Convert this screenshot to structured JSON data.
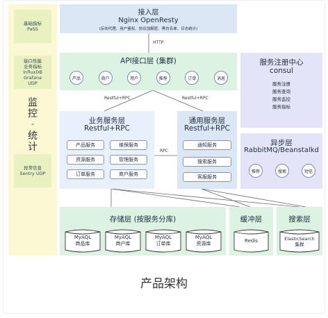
{
  "monitor": {
    "basic_metrics": [
      "基础指标",
      "PaSS"
    ],
    "perf_metrics": [
      "接口性能",
      "业务指标",
      "InfluxDB",
      "Grafana",
      "UDP"
    ],
    "title_chars": [
      "监",
      "控",
      "-",
      "统",
      "计"
    ],
    "exception": [
      "异常信息",
      "Sentry UDP"
    ]
  },
  "access_layer": {
    "title": "接入层",
    "subtitle": "Nginx OpenResty",
    "desc": "(反向代理、用户鉴权、协议加解密、黑白名单、日志统计)"
  },
  "edge_labels": {
    "http": "HTTP",
    "restful_rpc_left": "Restful+RPC",
    "restful_rpc_right": "Restful+RPC",
    "rpc": "RPC"
  },
  "api_layer": {
    "title": "API接口层 (集群)",
    "items": [
      "产品",
      "商户",
      "用户",
      "推荐",
      "订单",
      "消息"
    ]
  },
  "registry": {
    "title": "服务注册中心",
    "subtitle": "consul",
    "items": [
      "服务注册",
      "服务查询",
      "服务监控",
      "服务指标"
    ]
  },
  "business_layer": {
    "title": "业务服务层",
    "subtitle": "Restful+RPC",
    "items": [
      "产品服务",
      "维保服务",
      "资源服务",
      "管理服务",
      "订单服务",
      "商户服务"
    ]
  },
  "common_layer": {
    "title": "通用服务层",
    "subtitle": "Restful+RPC",
    "items": [
      "通知服务",
      "搜索服务",
      "客服服务"
    ]
  },
  "async_layer": {
    "title": "异步层",
    "subtitle": "RabbitMQ/Beanstalkd",
    "items": [
      "推荐",
      "搜索",
      "短信"
    ]
  },
  "storage_layer": {
    "title": "存储层 (按服务分库)",
    "dbs": [
      {
        "line1": "MyAQL",
        "line2": "商品库"
      },
      {
        "line1": "MyAQL",
        "line2": "商户库"
      },
      {
        "line1": "MyAQL",
        "line2": "订单库"
      },
      {
        "line1": "MyAQL",
        "line2": "资源库"
      }
    ]
  },
  "cache_layer": {
    "title": "缓冲层",
    "db": "Redis"
  },
  "search_layer": {
    "title": "搜索层",
    "line1": "ElasticSearch",
    "line2": "集群"
  },
  "caption": "产品架构"
}
